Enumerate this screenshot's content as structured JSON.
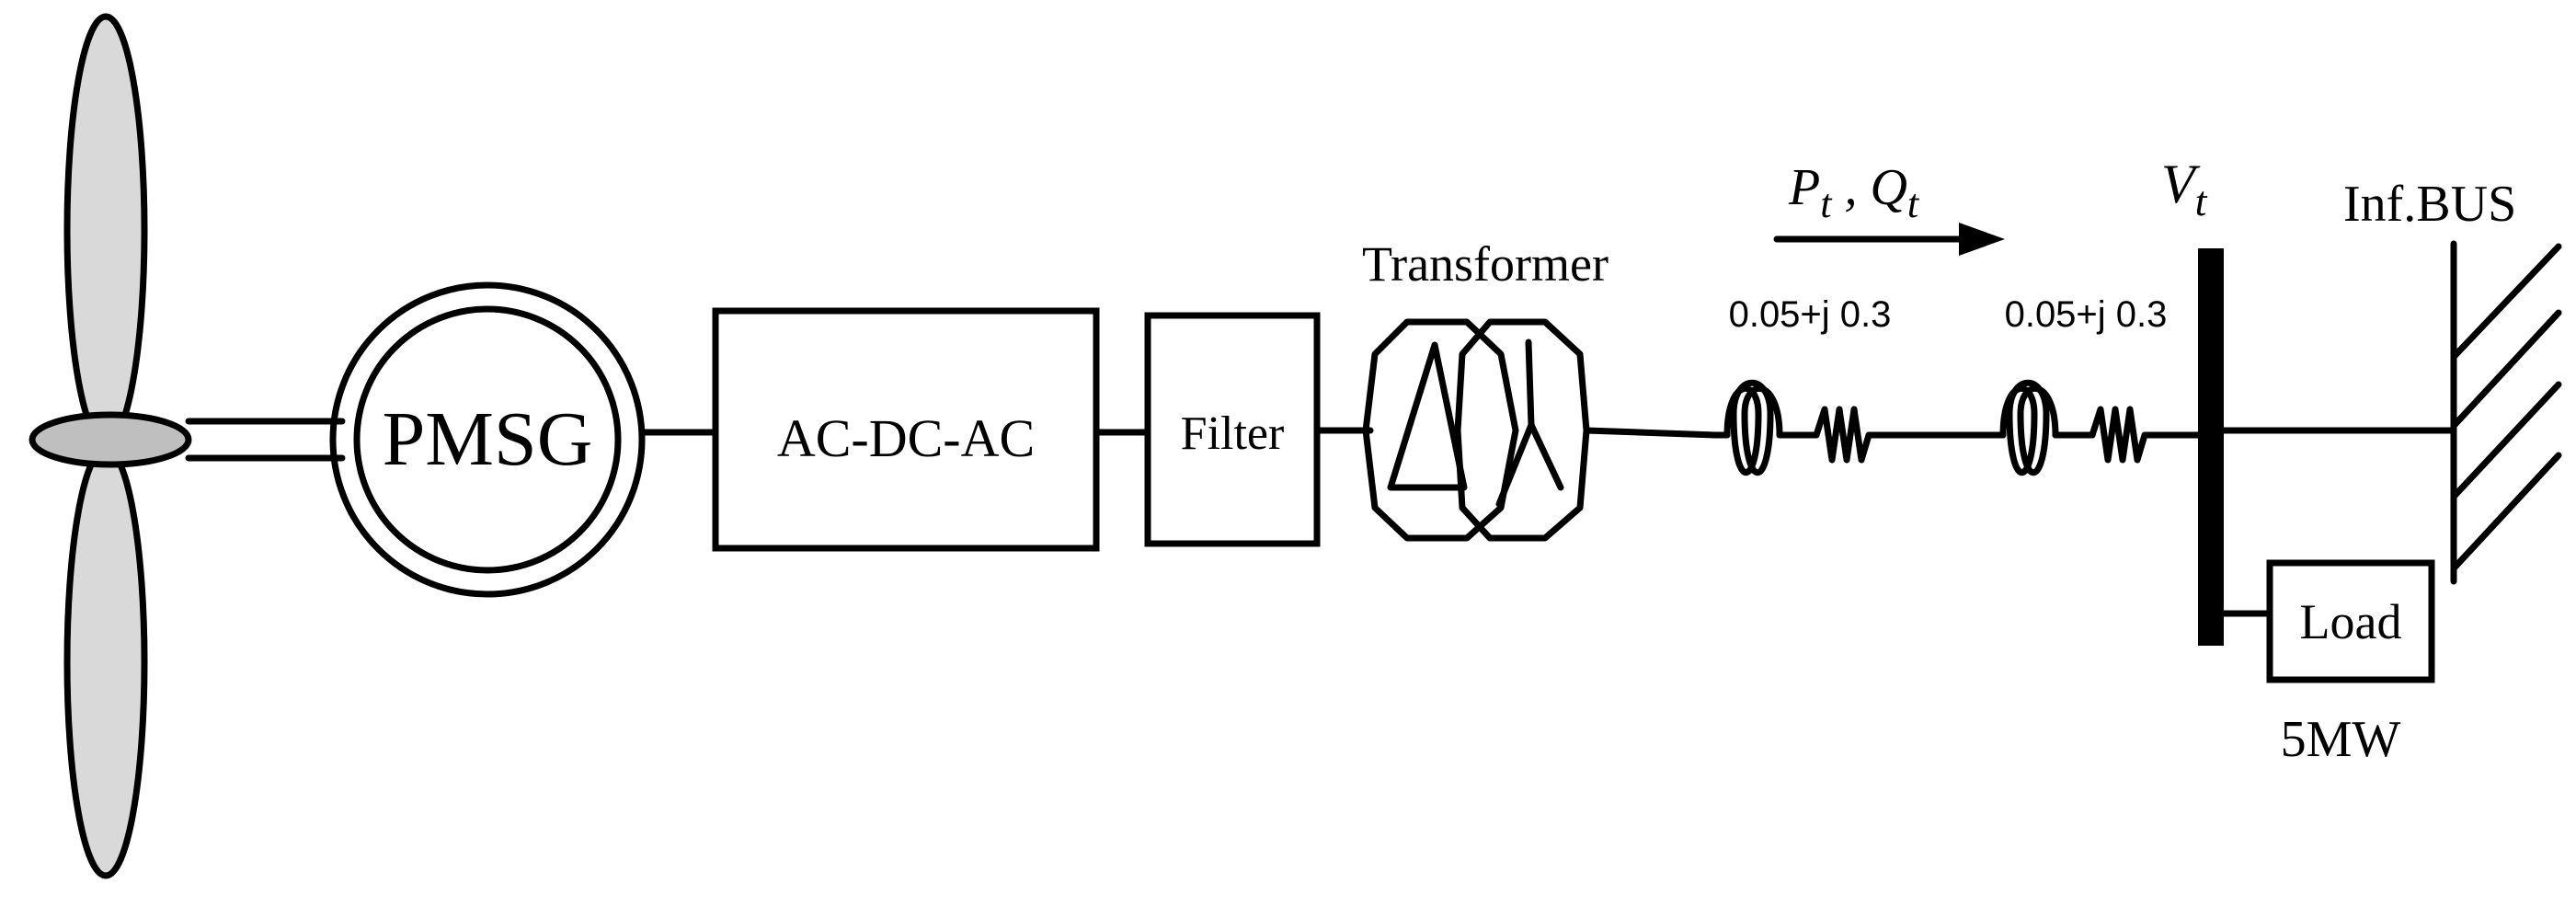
{
  "labels": {
    "generator": "PMSG",
    "converter": "AC-DC-AC",
    "filter": "Filter",
    "transformer": "Transformer",
    "impedance_1": "0.05+j 0.3",
    "impedance_2": "0.05+j 0.3",
    "power_flow": {
      "p": "P",
      "p_sub": "t",
      "separator": " , ",
      "q": "Q",
      "q_sub": "t"
    },
    "bus_voltage": {
      "v": "V",
      "v_sub": "t"
    },
    "infinite_bus": "Inf.BUS",
    "load": "Load",
    "load_rating": "5MW"
  }
}
